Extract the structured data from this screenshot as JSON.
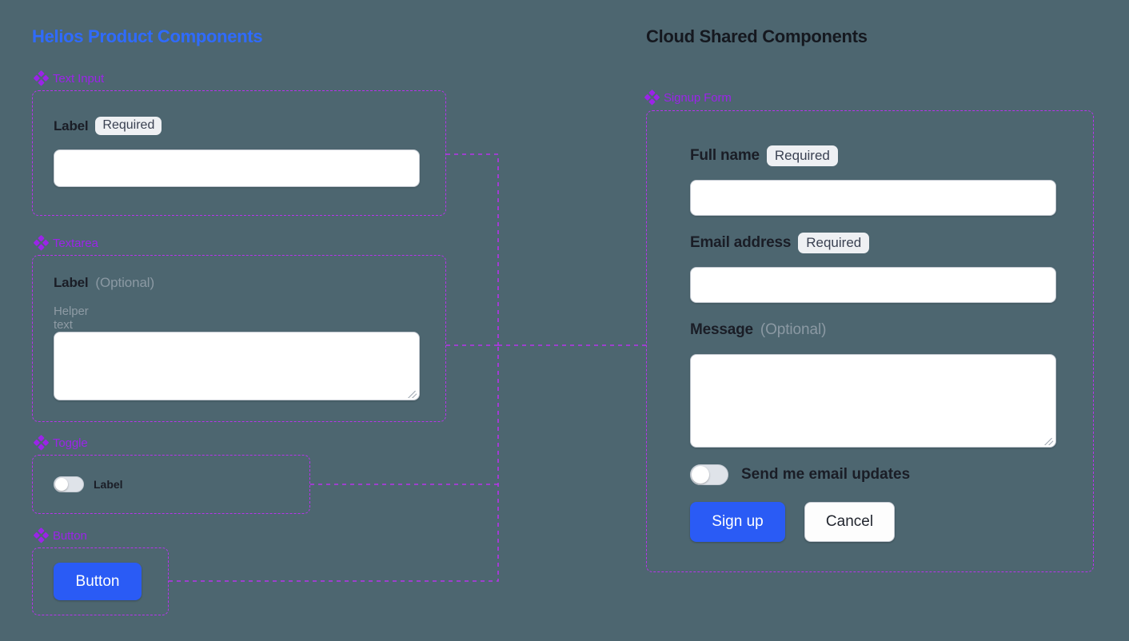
{
  "theme": {
    "background": "#4d6670",
    "left_title_color": "#2f6bff",
    "right_title_color": "#15181f",
    "group_label_color": "#9b24e8",
    "dashed_border_color": "#b833ec",
    "primary_button_color": "#2a5bf5",
    "badge_bg": "#eef0f3",
    "muted_text": "#8b99a3"
  },
  "left_panel": {
    "title": "Helios Product Components",
    "groups": [
      {
        "icon": "diamond-icon",
        "label": "Text Input",
        "field": {
          "label": "Label",
          "badge": "Required",
          "value": "",
          "placeholder": ""
        }
      },
      {
        "icon": "diamond-icon",
        "label": "Textarea",
        "field": {
          "label": "Label",
          "optional": "(Optional)",
          "helper": "Helper text",
          "value": "",
          "placeholder": ""
        }
      },
      {
        "icon": "diamond-icon",
        "label": "Toggle",
        "field": {
          "label": "Label",
          "state": "off"
        }
      },
      {
        "icon": "diamond-icon",
        "label": "Button",
        "field": {
          "label": "Button"
        }
      }
    ]
  },
  "right_panel": {
    "title": "Cloud Shared Components",
    "group": {
      "icon": "diamond-icon",
      "label": "Signup Form"
    },
    "form": {
      "full_name": {
        "label": "Full name",
        "badge": "Required",
        "value": "",
        "placeholder": ""
      },
      "email": {
        "label": "Email address",
        "badge": "Required",
        "value": "",
        "placeholder": ""
      },
      "message": {
        "label": "Message",
        "optional": "(Optional)",
        "value": "",
        "placeholder": ""
      },
      "email_updates": {
        "label": "Send me email updates",
        "state": "off"
      },
      "submit_label": "Sign up",
      "cancel_label": "Cancel"
    }
  }
}
